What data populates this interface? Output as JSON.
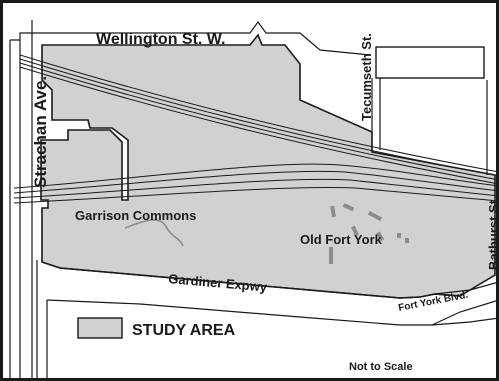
{
  "map": {
    "colors": {
      "study_area_fill": "#d1d1d1",
      "outline": "#1a1a1a",
      "background": "#ffffff",
      "feature_grey": "#8c8c8c"
    },
    "streets": {
      "wellington": "Wellington St. W.",
      "tecumseth": "Tecumseth St.",
      "strachan": "Strachan Ave.",
      "bathurst": "Bathurst St.",
      "gardiner": "Gardiner Expwy",
      "fort_york_blvd": "Fort York Blvd."
    },
    "places": {
      "garrison_commons": "Garrison Commons",
      "old_fort_york": "Old Fort York"
    },
    "legend": {
      "study_area": "STUDY AREA"
    },
    "scale_note": "Not to Scale"
  }
}
